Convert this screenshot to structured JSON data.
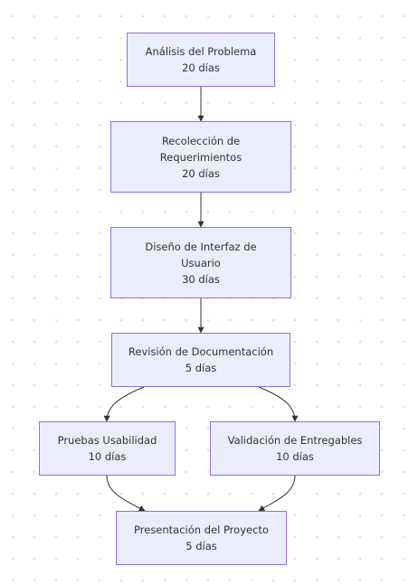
{
  "diagram": {
    "nodes": {
      "analisis": {
        "title": "Análisis del Problema",
        "duration": "20 días"
      },
      "recoleccion": {
        "title_line1": "Recolección de",
        "title_line2": "Requerimientos",
        "duration": "20 días"
      },
      "diseno": {
        "title_line1": "Diseño de Interfaz de",
        "title_line2": "Usuario",
        "duration": "30 días"
      },
      "revision": {
        "title": "Revisión de Documentación",
        "duration": "5 días"
      },
      "pruebas": {
        "title": "Pruebas Usabilidad",
        "duration": "10 días"
      },
      "validacion": {
        "title": "Validación de Entregables",
        "duration": "10 días"
      },
      "presentacion": {
        "title": "Presentación del Proyecto",
        "duration": "5 días"
      }
    },
    "edges": [
      {
        "from": "analisis",
        "to": "recoleccion"
      },
      {
        "from": "recoleccion",
        "to": "diseno"
      },
      {
        "from": "diseno",
        "to": "revision"
      },
      {
        "from": "revision",
        "to": "pruebas"
      },
      {
        "from": "revision",
        "to": "validacion"
      },
      {
        "from": "pruebas",
        "to": "presentacion"
      },
      {
        "from": "validacion",
        "to": "presentacion"
      }
    ],
    "colors": {
      "node_fill": "#ececff",
      "node_border": "#9370db",
      "edge": "#333333",
      "text": "#333333"
    }
  }
}
